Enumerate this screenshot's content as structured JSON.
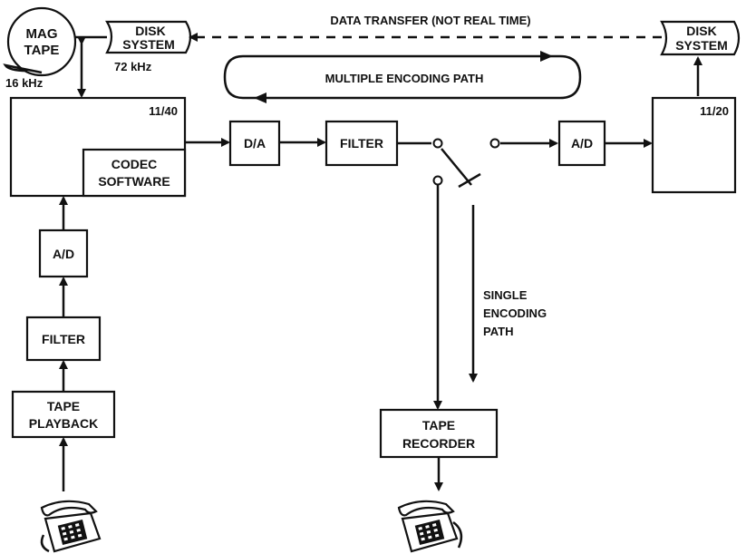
{
  "mag_tape": {
    "line1": "MAG",
    "line2": "TAPE",
    "rate": "16 kHz"
  },
  "disk_left": {
    "line1": "DISK",
    "line2": "SYSTEM",
    "rate": "72 kHz"
  },
  "disk_right": {
    "line1": "DISK",
    "line2": "SYSTEM"
  },
  "data_transfer_label": "DATA TRANSFER (NOT REAL TIME)",
  "multiple_path_label": "MULTIPLE ENCODING PATH",
  "computer_left": {
    "label": "11/40",
    "codec_line1": "CODEC",
    "codec_line2": "SOFTWARE"
  },
  "computer_right": {
    "label": "11/20"
  },
  "da_label": "D/A",
  "filter_top_label": "FILTER",
  "ad_right_label": "A/D",
  "ad_left_label": "A/D",
  "filter_left_label": "FILTER",
  "tape_playback": {
    "line1": "TAPE",
    "line2": "PLAYBACK"
  },
  "tape_recorder": {
    "line1": "TAPE",
    "line2": "RECORDER"
  },
  "single_path": {
    "line1": "SINGLE",
    "line2": "ENCODING",
    "line3": "PATH"
  },
  "icons": [
    "magnetic-tape-reel-icon",
    "disk-system-icon",
    "telephone-icon",
    "switch-icon"
  ]
}
